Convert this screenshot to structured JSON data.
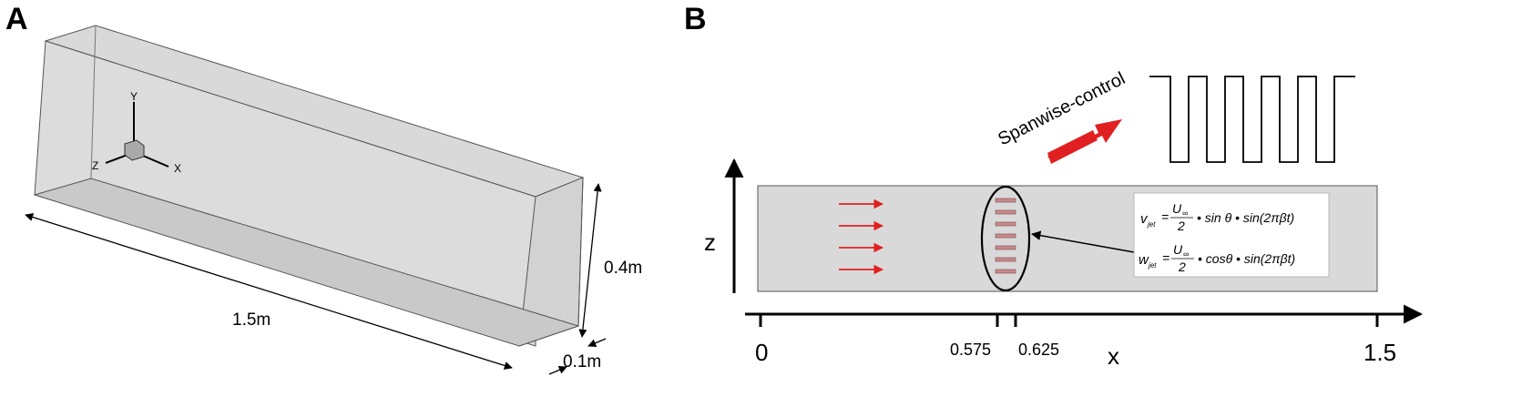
{
  "panels": {
    "a": {
      "letter": "A",
      "axes": {
        "y": "Y",
        "z": "Z",
        "x": "X"
      },
      "dimensions": {
        "length": "1.5m",
        "height": "0.4m",
        "width": "0.1m"
      }
    },
    "b": {
      "letter": "B",
      "control_label": "Spanwise-control",
      "z_axis_label": "z",
      "x_axis_label": "x",
      "x_ticks": [
        "0",
        "0.575",
        "0.625",
        "1.5"
      ],
      "equations": {
        "v": {
          "lhs": "v",
          "sub": "jet",
          "num": "U",
          "num_sub": "∞",
          "den": "2",
          "rhs": "• sin θ • sin(2πβt)"
        },
        "w": {
          "lhs": "w",
          "sub": "jet",
          "num": "U",
          "num_sub": "∞",
          "den": "2",
          "rhs": "• cosθ • sin(2πβt)"
        }
      },
      "colors": {
        "flow_arrow": "#e02020",
        "channel": "#d9d9d9",
        "jet": "#c98a8a"
      }
    }
  }
}
